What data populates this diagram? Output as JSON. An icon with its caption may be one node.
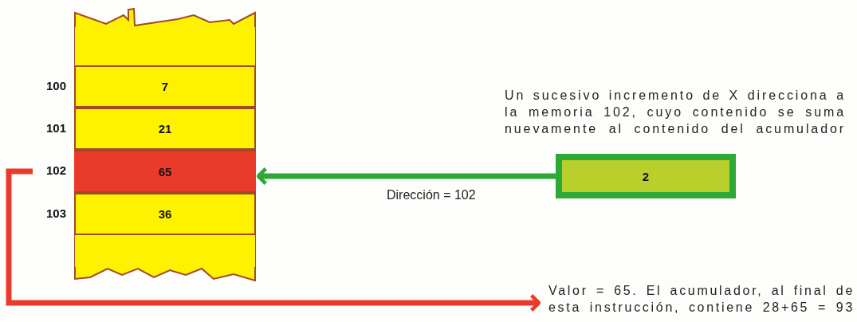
{
  "diagram": {
    "nodes": [
      {
        "text": [],
        "shape": "box"
      },
      {
        "text": [],
        "shape": "box",
        "in": 0
      },
      {
        "text": [
          "7"
        ],
        "beside": [
          "100"
        ],
        "in": 0
      },
      {
        "text": [
          "21"
        ],
        "beside": [
          "101"
        ],
        "in": 0
      },
      {
        "text": [
          "65"
        ],
        "beside": [
          "102"
        ],
        "in": 0
      },
      {
        "text": [
          "36"
        ],
        "beside": [
          "103"
        ],
        "in": 0
      },
      {
        "text": [],
        "shape": "box",
        "in": 0
      },
      {
        "text": [
          "2"
        ],
        "beside": [
          "Un sucesivo incremento de X direcciona a la memoria 102, cuyo contenido se suma nuevamente al contenido del acumulador"
        ]
      },
      {
        "text": [
          "Valor = 65. El acumulador, al final de esta instrucción, contiene 28+65 = 93"
        ]
      }
    ],
    "edges": [
      {
        "from": 7,
        "to": 4,
        "arrow": "to",
        "label": "Dirección = 102",
        "color": "#2ea836"
      },
      {
        "from": 4,
        "to": 8,
        "arrow": "to",
        "color": "#ea3b2a"
      }
    ]
  }
}
